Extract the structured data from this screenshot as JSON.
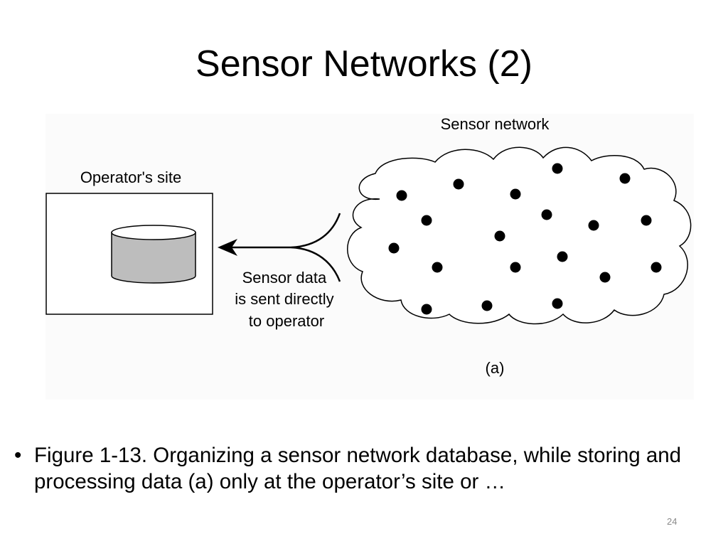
{
  "slide": {
    "title": "Sensor Networks (2)",
    "page_number": "24"
  },
  "diagram": {
    "cloud_label": "Sensor network",
    "site_label": "Operator's site",
    "arrow_caption": [
      "Sensor data",
      "is sent directly",
      "to operator"
    ],
    "figure_label": "(a)"
  },
  "bullets": [
    {
      "symbol": "•",
      "text": "Figure 1-13. Organizing a sensor network database, while storing and processing data (a) only at the operator’s site or …"
    }
  ]
}
